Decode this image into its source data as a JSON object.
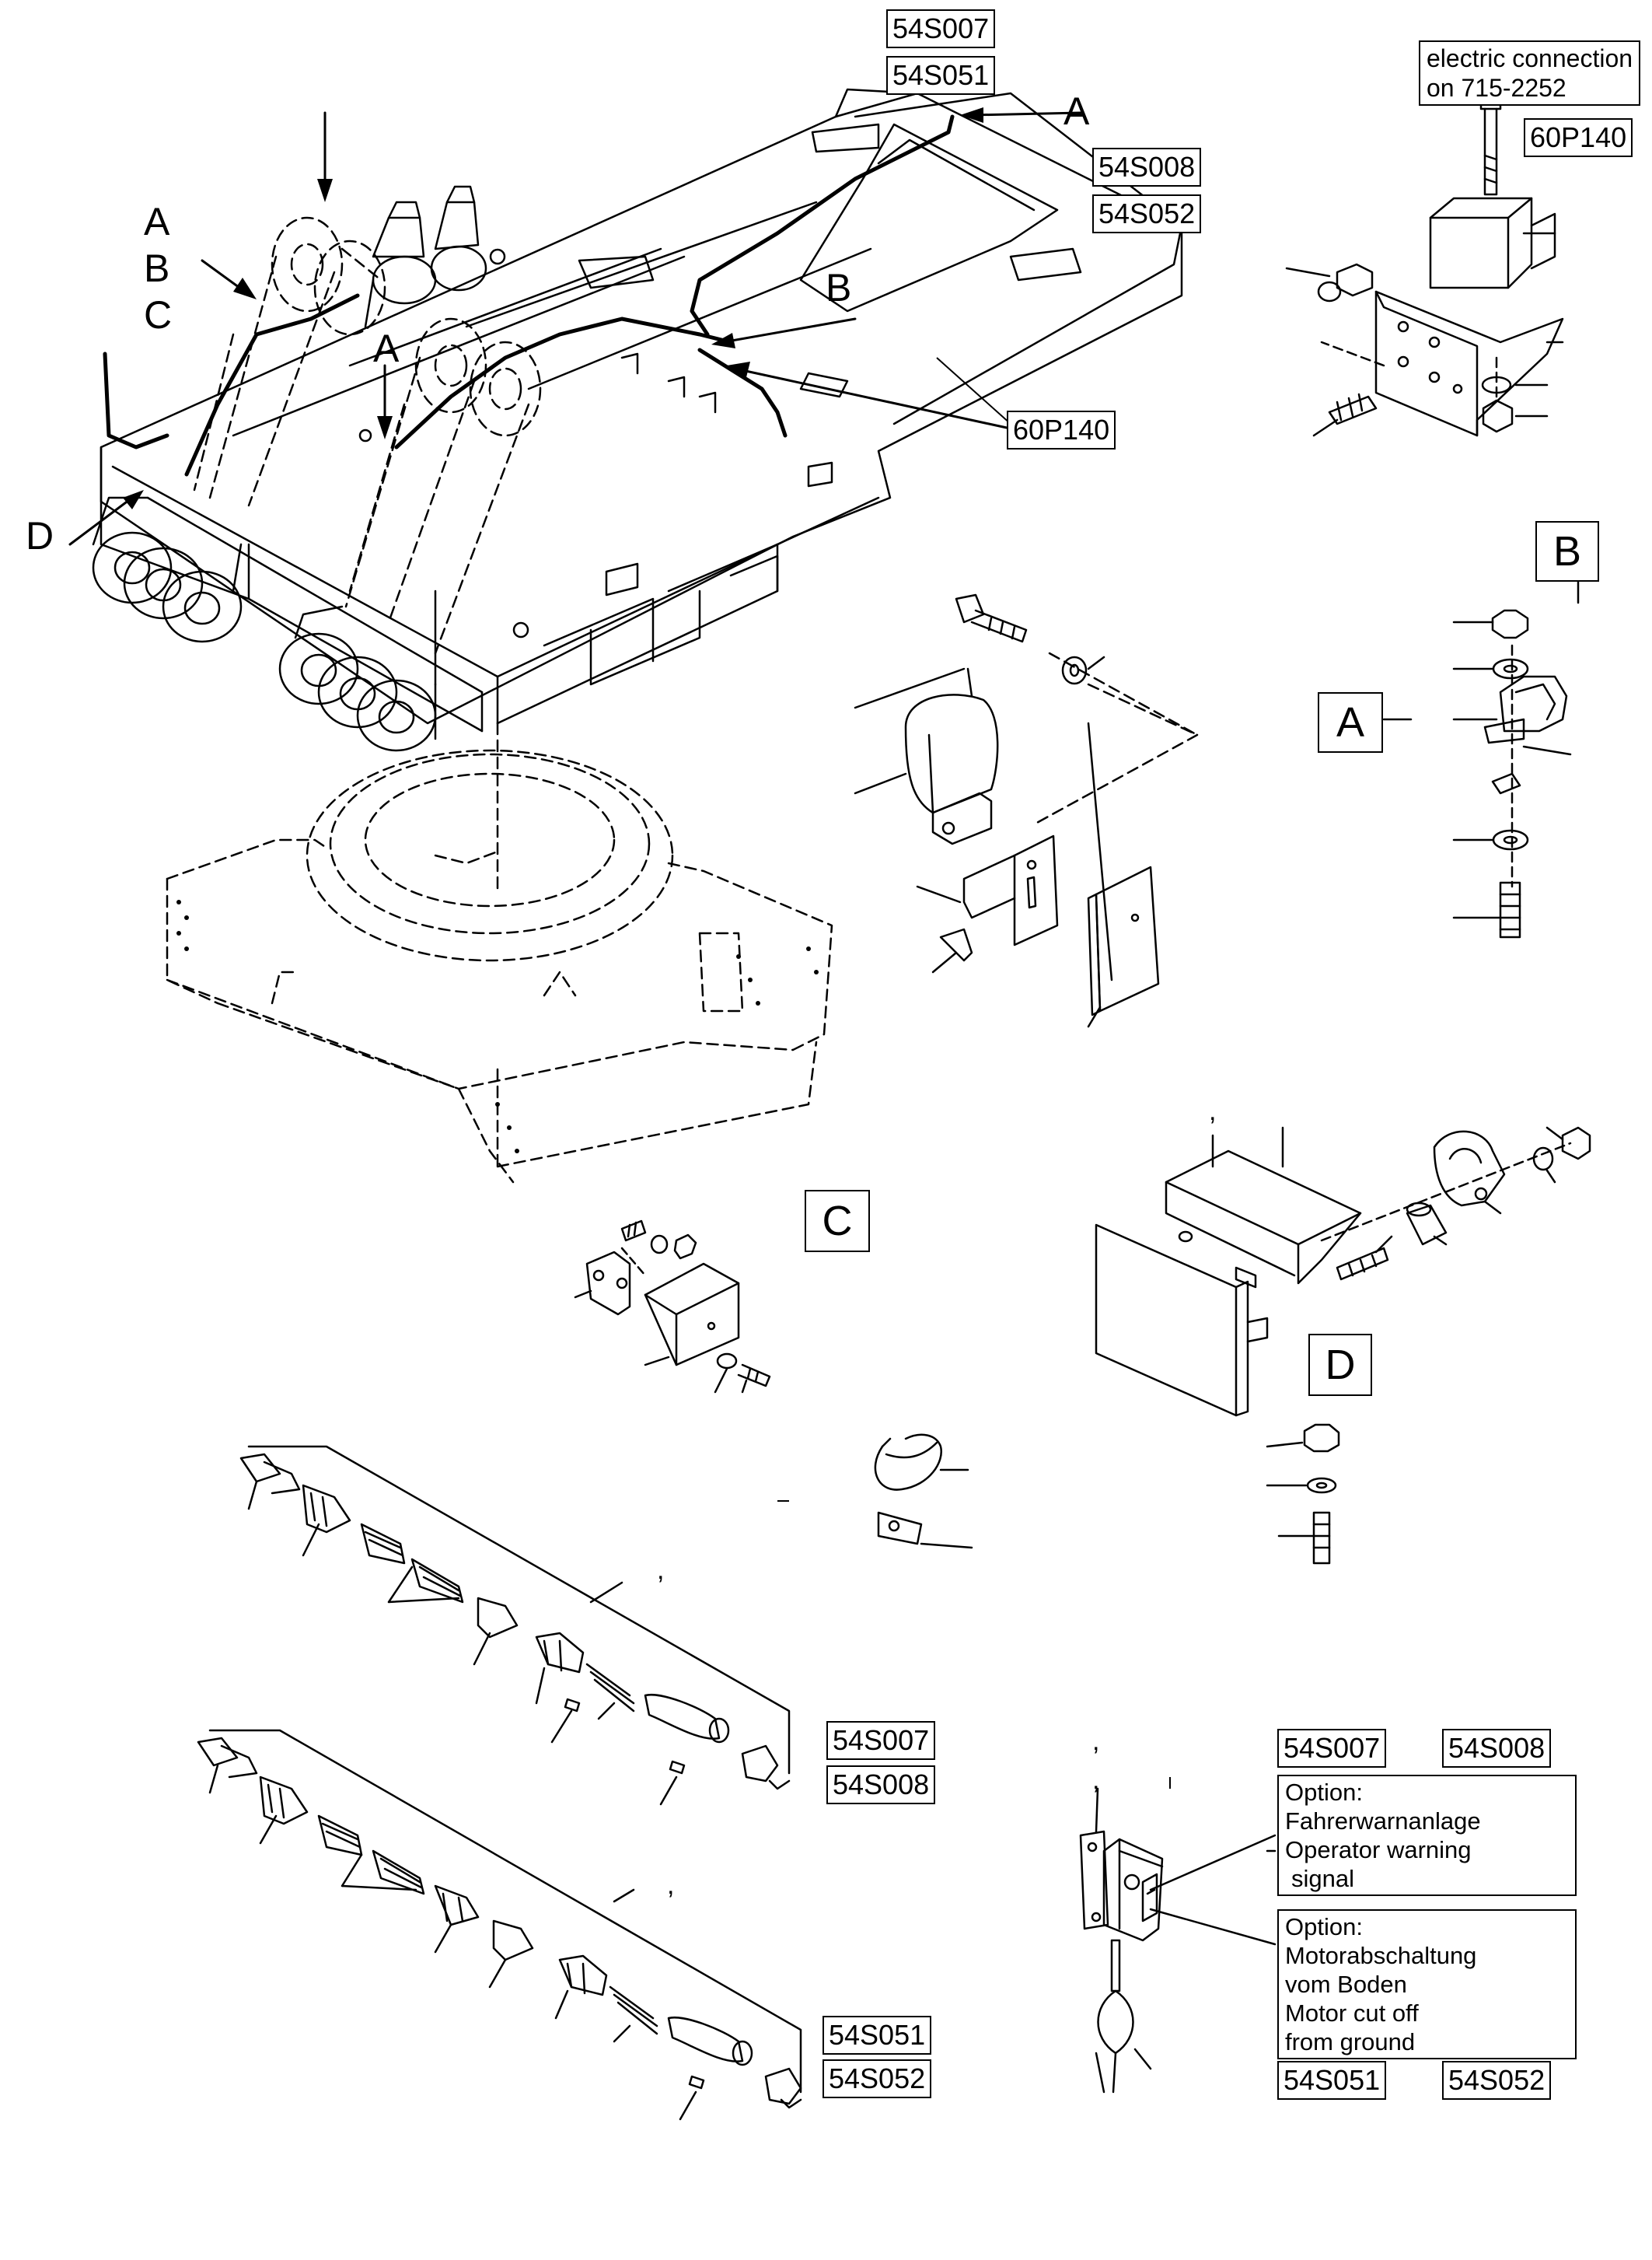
{
  "callouts": {
    "s007_top": "54S007",
    "s051_top": "54S051",
    "s008_top": "54S008",
    "s052_top": "54S052",
    "p140_mid": "60P140",
    "p140_right": "60P140",
    "s007_mid": "54S007",
    "s008_mid": "54S008",
    "s051_low": "54S051",
    "s052_low": "54S052",
    "s007_right": "54S007",
    "s008_right": "54S008",
    "s051_right": "54S051",
    "s052_right": "54S052"
  },
  "notes": {
    "electric_line1": "electric connection",
    "electric_line2": "on 715-2252",
    "option1": [
      "Option:",
      "Fahrerwarnanlage",
      "Operator warning",
      "signal"
    ],
    "option2": [
      "Option:",
      "Motorabschaltung",
      "vom Boden",
      "Motor cut off",
      "from ground"
    ]
  },
  "letters": {
    "arrow_a_top": "A",
    "arrow_b_mid": "B",
    "arrow_a_left": "A",
    "arrow_d": "D",
    "stack_a": "A",
    "stack_b": "B",
    "stack_c": "C"
  },
  "detail_boxes": {
    "a": "A",
    "b": "B",
    "c": "C",
    "d": "D"
  },
  "ticks": [
    ",",
    ",",
    ",",
    ",",
    ","
  ],
  "icons": [
    "arrow-icon",
    "bolt-icon",
    "nut-icon",
    "washer-icon",
    "clamp-icon",
    "warning-light-icon",
    "cable-connector-icon",
    "switch-box-icon",
    "cable-tie-icon"
  ]
}
